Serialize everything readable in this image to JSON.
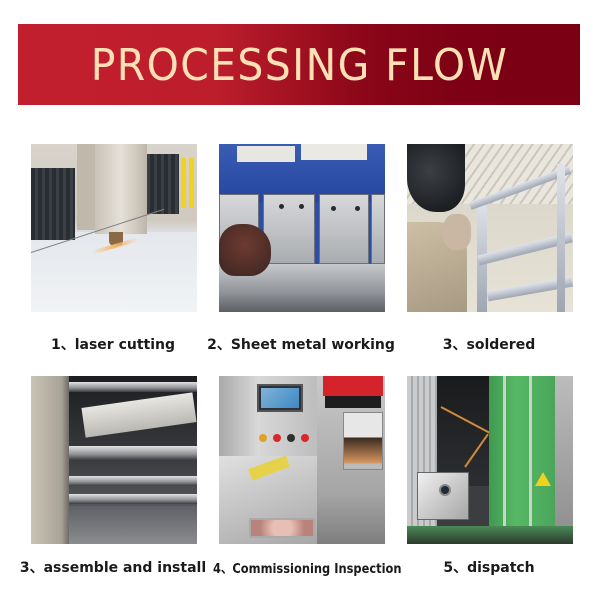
{
  "banner": {
    "title": "PROCESSING FLOW",
    "colors": {
      "gradient_start": "#c21f2e",
      "gradient_end": "#7b0013",
      "text": "#fde0b6"
    }
  },
  "steps": [
    {
      "label": "1、laser cutting",
      "image": "laser cutting machine cutting a steel sheet"
    },
    {
      "label": "2、Sheet metal working",
      "image": "press brake bending sheet metal with gloved hand"
    },
    {
      "label": "3、soldered",
      "image": "welder in helmet welding a metal frame"
    },
    {
      "label": "3、assemble and install",
      "image": "stainless steel parts being assembled"
    },
    {
      "label": "4、Commissioning Inspection",
      "image": "machine with touchscreen control panel under test"
    },
    {
      "label": "5、dispatch",
      "image": "machine loaded into green shipping container"
    }
  ]
}
